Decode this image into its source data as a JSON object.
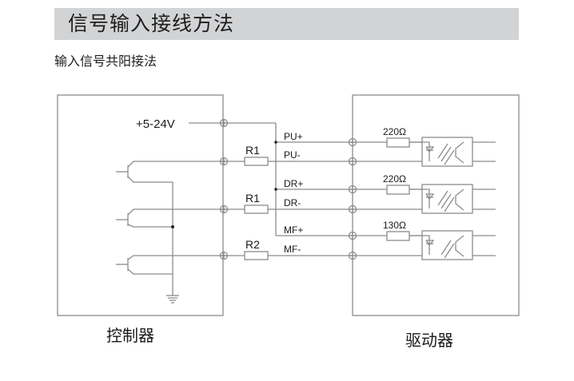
{
  "header": {
    "title": "信号输入接线方法"
  },
  "subtitle": "输入信号共阳接法",
  "diagram": {
    "controller_label": "控制器",
    "driver_label": "驱动器",
    "supply_label": "+5-24V",
    "signals": [
      {
        "plus": "PU+",
        "minus": "PU-",
        "series_resistor": "R1",
        "internal_resistor": "220Ω"
      },
      {
        "plus": "DR+",
        "minus": "DR-",
        "series_resistor": "R1",
        "internal_resistor": "220Ω"
      },
      {
        "plus": "MF+",
        "minus": "MF-",
        "series_resistor": "R2",
        "internal_resistor": "130Ω"
      }
    ],
    "colors": {
      "line": "#8c8c8c",
      "header_bg": "#d2d3d5",
      "text": "#1a1a1a"
    }
  }
}
